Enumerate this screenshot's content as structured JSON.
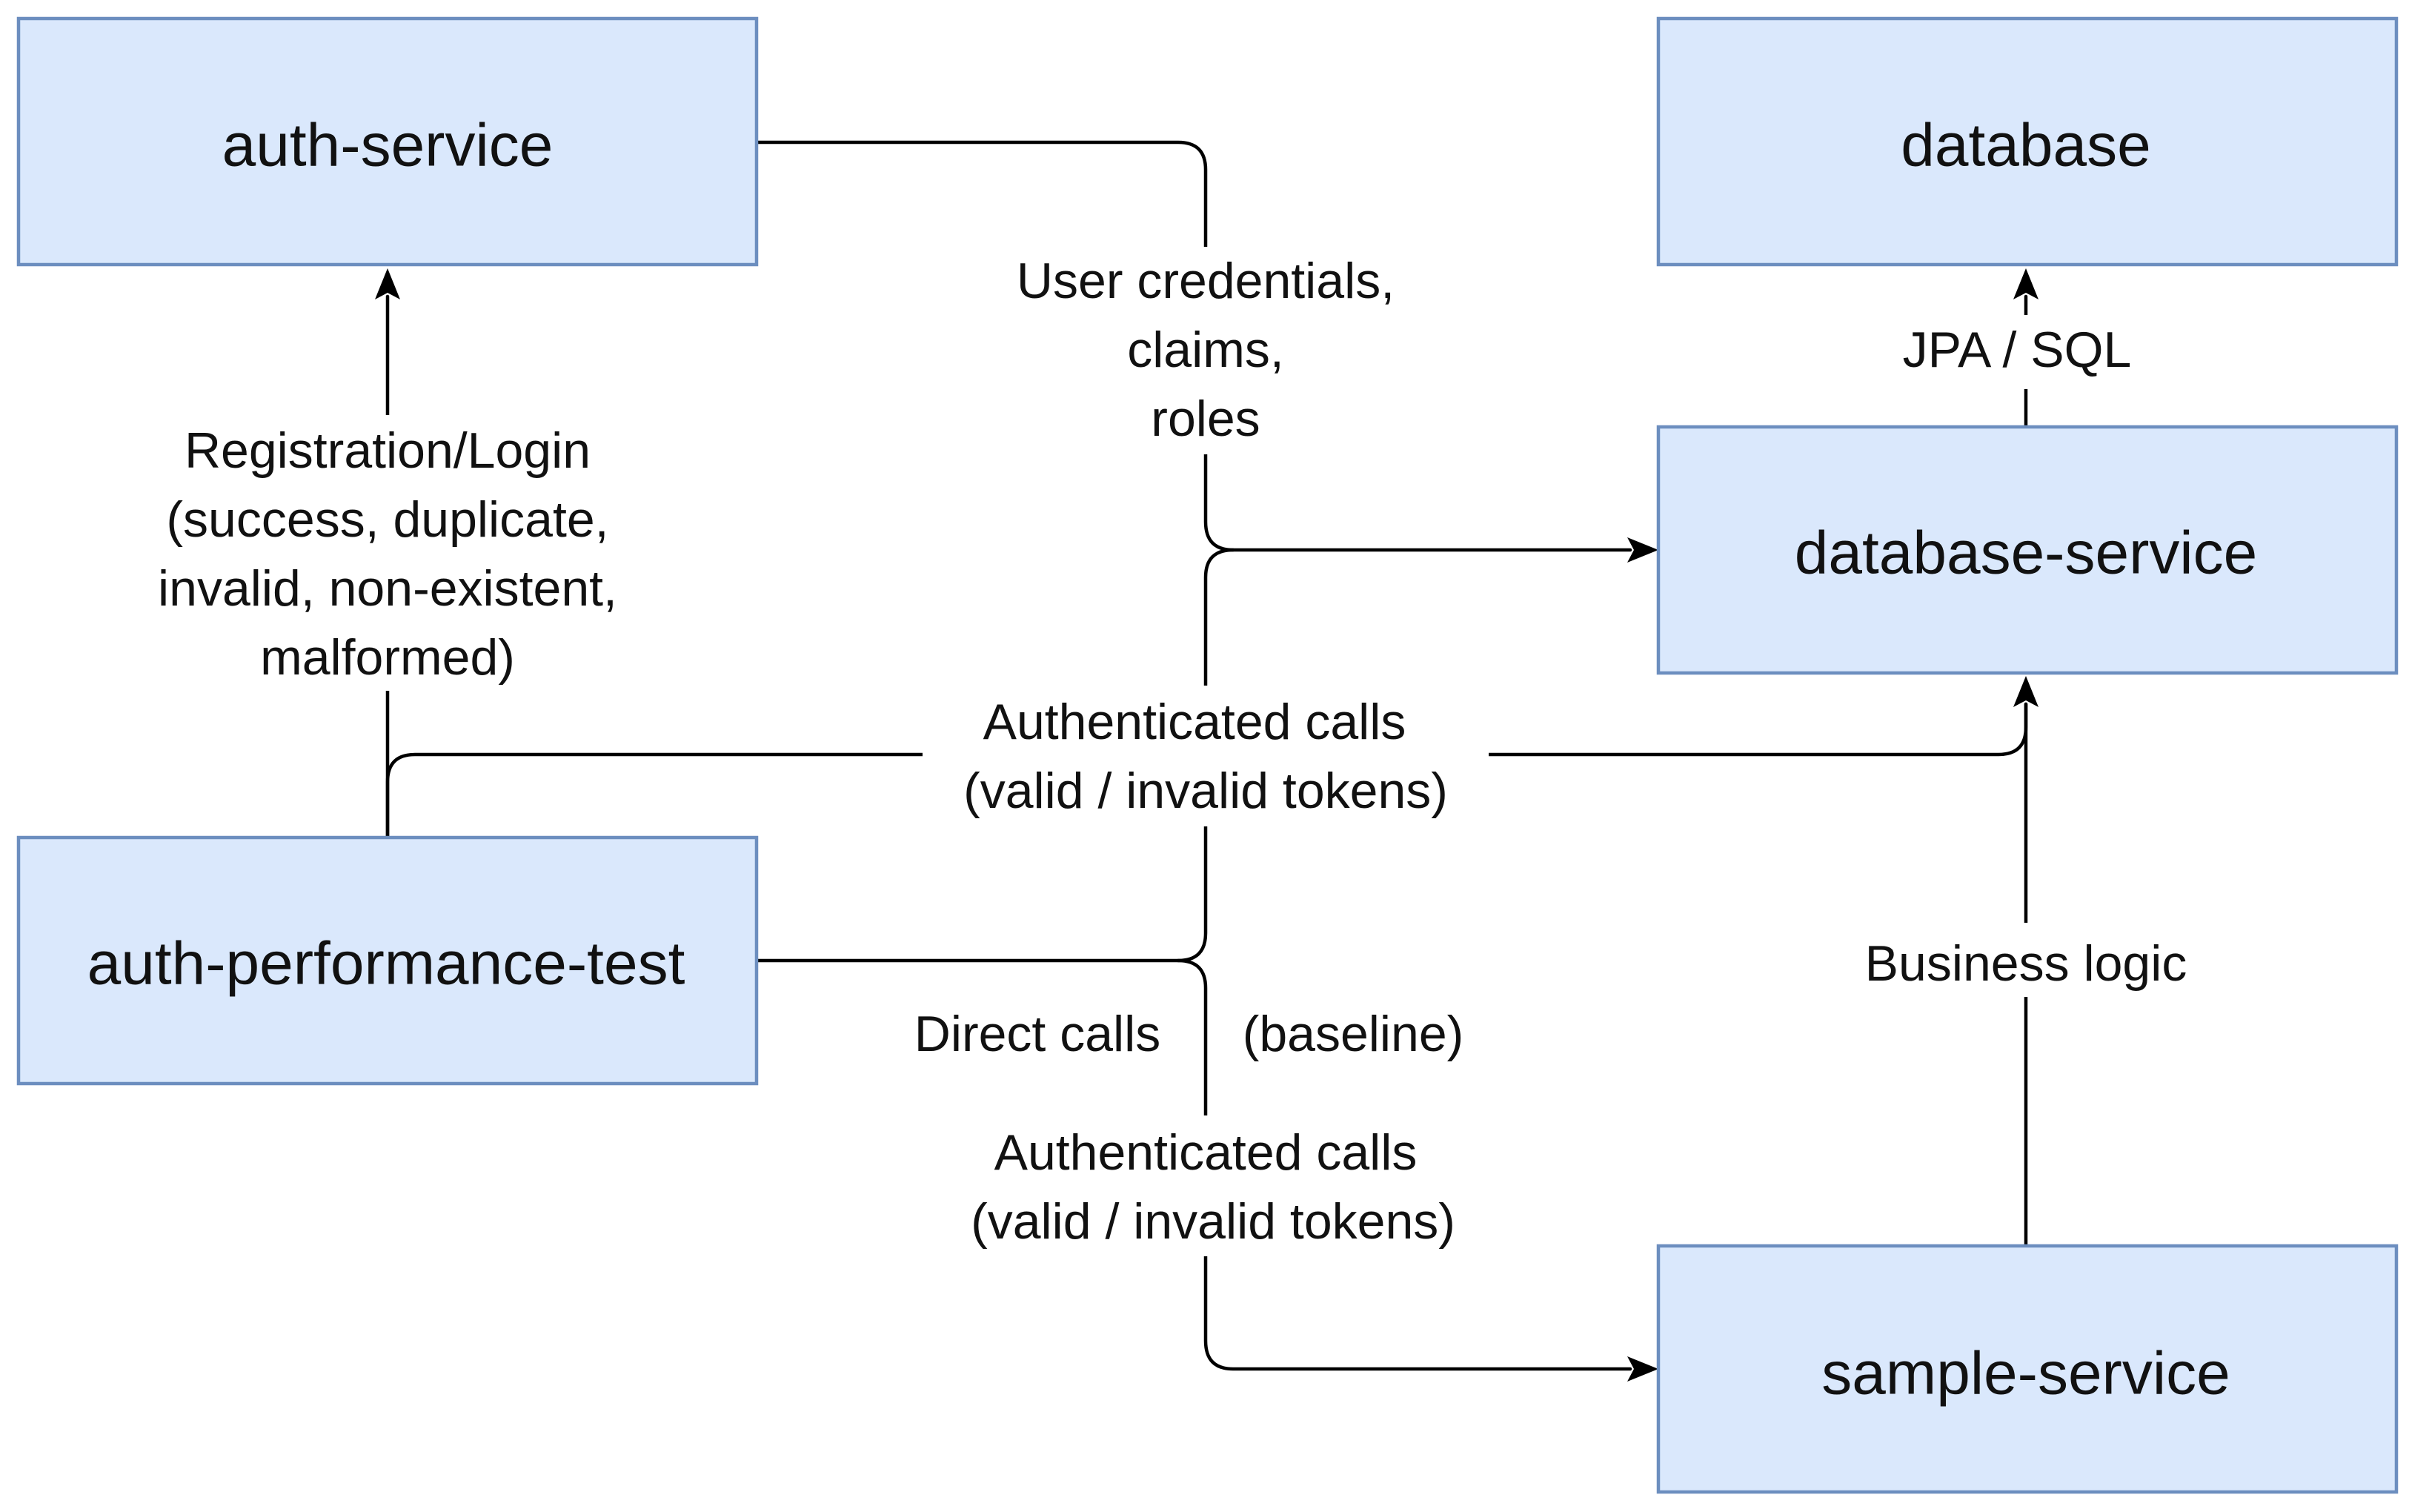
{
  "nodes": {
    "auth_service": "auth-service",
    "database": "database",
    "database_service": "database-service",
    "auth_performance_test": "auth-performance-test",
    "sample_service": "sample-service"
  },
  "edges": {
    "registration_login": {
      "lines": [
        "Registration/Login",
        "(success, duplicate,",
        "invalid, non-existent,",
        "malformed)"
      ]
    },
    "user_credentials": {
      "lines": [
        "User credentials,",
        "claims,",
        "roles"
      ]
    },
    "jpa_sql": {
      "lines": [
        "JPA / SQL"
      ]
    },
    "authenticated_calls_db": {
      "lines": [
        "Authenticated calls",
        "(valid / invalid tokens)"
      ]
    },
    "direct_calls": "Direct calls",
    "baseline": "(baseline)",
    "authenticated_calls_sample": {
      "lines": [
        "Authenticated calls",
        "(valid / invalid tokens)"
      ]
    },
    "business_logic": {
      "lines": [
        "Business logic"
      ]
    }
  },
  "colors": {
    "node_fill": "#dae8fc",
    "node_stroke": "#6c8ebf",
    "edge_stroke": "#000000",
    "text": "#111111"
  }
}
